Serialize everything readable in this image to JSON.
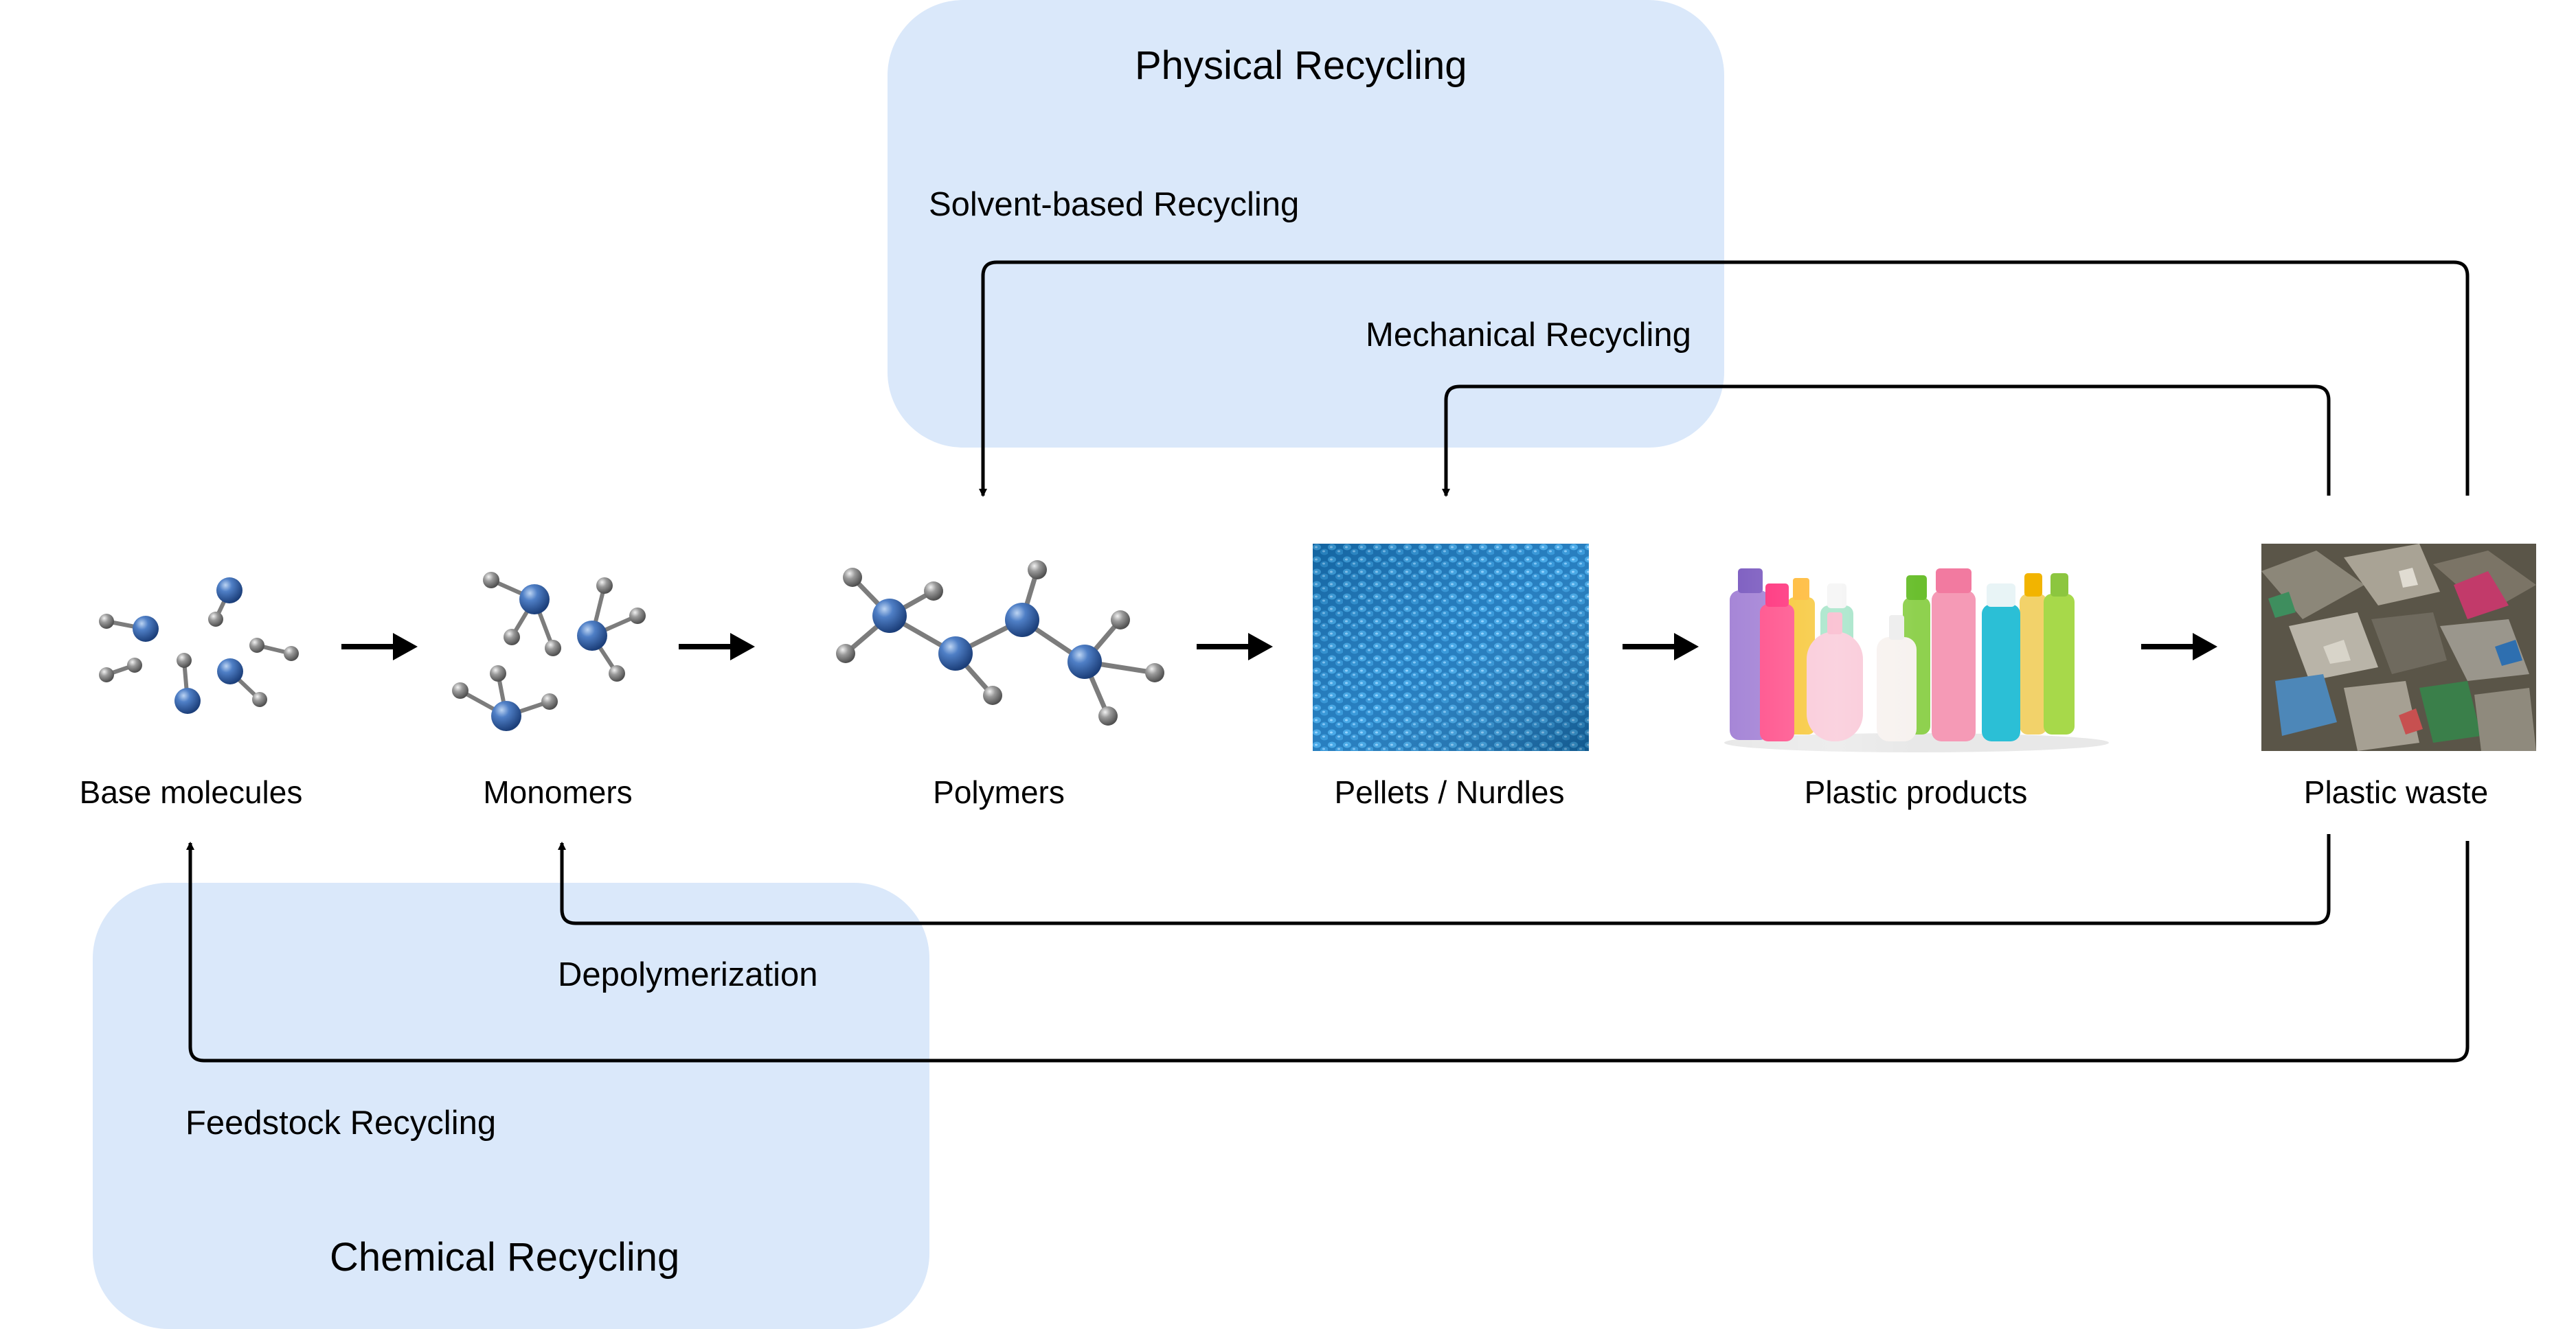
{
  "physical": {
    "title": "Physical Recycling",
    "solvent": "Solvent-based Recycling",
    "mechanical": "Mechanical Recycling"
  },
  "chemical": {
    "title": "Chemical Recycling",
    "depolymerization": "Depolymerization",
    "feedstock": "Feedstock Recycling"
  },
  "stages": [
    "Base molecules",
    "Monomers",
    "Polymers",
    "Pellets / Nurdles",
    "Plastic products",
    "Plastic waste"
  ],
  "colors": {
    "region_fill": "#dae8fa",
    "arrow": "#000000",
    "atom_blue": "#2f5fa8",
    "atom_grey": "#8a8a8a",
    "pellet_blue": "#1f8ad0"
  },
  "icons": [
    "molecule-icon",
    "pellets-photo",
    "bottles-photo",
    "waste-photo"
  ]
}
